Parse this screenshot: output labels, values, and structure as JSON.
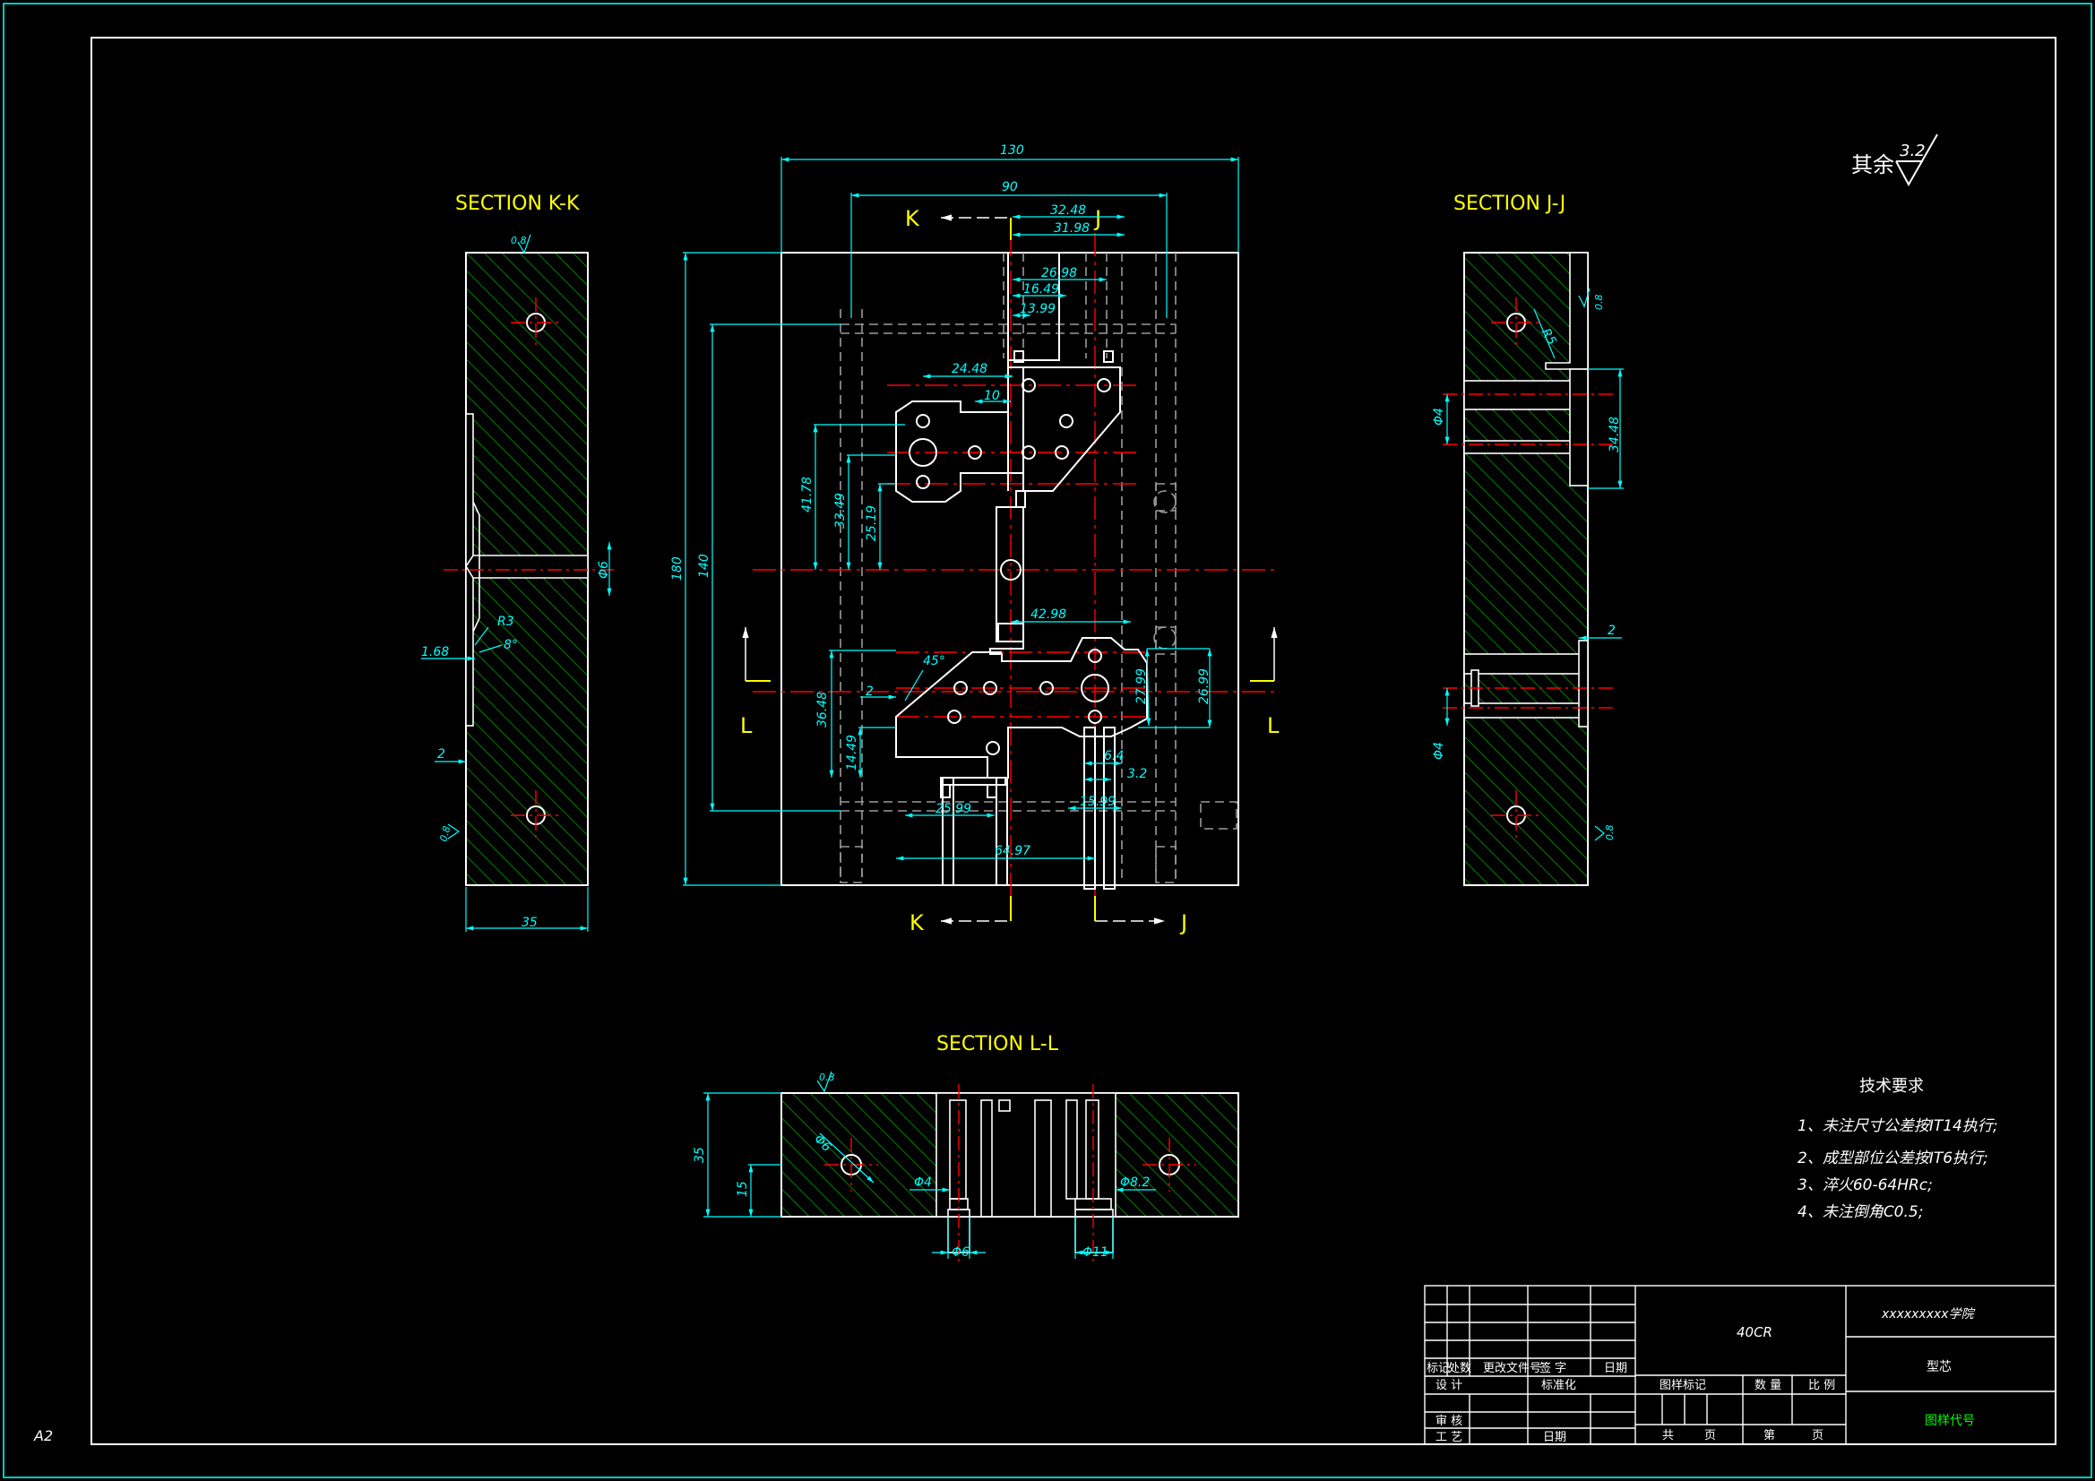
{
  "sheet": {
    "size_label": "A2"
  },
  "colors": {
    "background": "#000000",
    "outline": "#ffffff",
    "dimension": "#00ffff",
    "title": "#ffff00",
    "centerline": "#ff0000",
    "hatch": "#00aa00",
    "hidden": "#9a9a9a",
    "green_text": "#00ff00"
  },
  "roughness": {
    "label": "其余",
    "value": "3.2",
    "local": "0.8"
  },
  "sections": {
    "kk": "SECTION K-K",
    "jj": "SECTION J-J",
    "ll": "SECTION L-L"
  },
  "cut_labels": {
    "k": "K",
    "j": "J",
    "l": "L"
  },
  "dims": {
    "main": {
      "width_130": "130",
      "width_90": "90",
      "d_32_48": "32.48",
      "d_31_98": "31.98",
      "d_26_98": "26.98",
      "d_16_49": "16.49",
      "d_13_99": "13.99",
      "d_24_48": "24.48",
      "d_10": "10",
      "h_180": "180",
      "h_140": "140",
      "d_41_78": "41.78",
      "d_33_49": "33.49",
      "d_25_19": "25.19",
      "d_42_98": "42.98",
      "angle_45": "45°",
      "d_2": "2",
      "d_36_48": "36.48",
      "d_14_49": "14.49",
      "d_27_99": "27.99",
      "d_26_99": "26.99",
      "d_6_4": "6.4",
      "d_3_2": "3.2",
      "d_15_99": "15.99",
      "d_25_99": "25.99",
      "d_64_97": "64.97"
    },
    "kk": {
      "w_35": "35",
      "phi_6": "Φ6",
      "r_3": "R3",
      "a_8": "8°",
      "d_1_68": "1.68",
      "d_2": "2"
    },
    "jj": {
      "phi_4a": "Φ4",
      "phi_4b": "Φ4",
      "d_34_48": "34.48",
      "r_5": "R5",
      "d_2": "2",
      "r_08": "0.8"
    },
    "ll": {
      "h_35": "35",
      "h_15": "15",
      "phi_6a": "Φ6",
      "phi_4": "Φ4",
      "phi_8_2": "Φ8.2",
      "phi_6b": "Φ6",
      "phi_11": "Φ11"
    }
  },
  "tech_requirements": {
    "title": "技术要求",
    "items": [
      "1、未注尺寸公差按IT14执行;",
      "2、成型部位公差按IT6执行;",
      "3、淬火60-64HRc;",
      "4、未注倒角C0.5;"
    ]
  },
  "title_block": {
    "material": "40CR",
    "school": "xxxxxxxxx学院",
    "part_name": "型芯",
    "drawing_no": "图样代号",
    "rev_headers": [
      "标记",
      "处数",
      "更改文件号",
      "签 字",
      "日期"
    ],
    "design": "设 计",
    "standardize": "标准化",
    "review": "审 核",
    "process": "工 艺",
    "date": "日期",
    "stage_mark": "图样标记",
    "quantity": "数 量",
    "scale": "比 例",
    "total": "共",
    "sheet": "页",
    "page_no": "第",
    "page_end": "页"
  }
}
